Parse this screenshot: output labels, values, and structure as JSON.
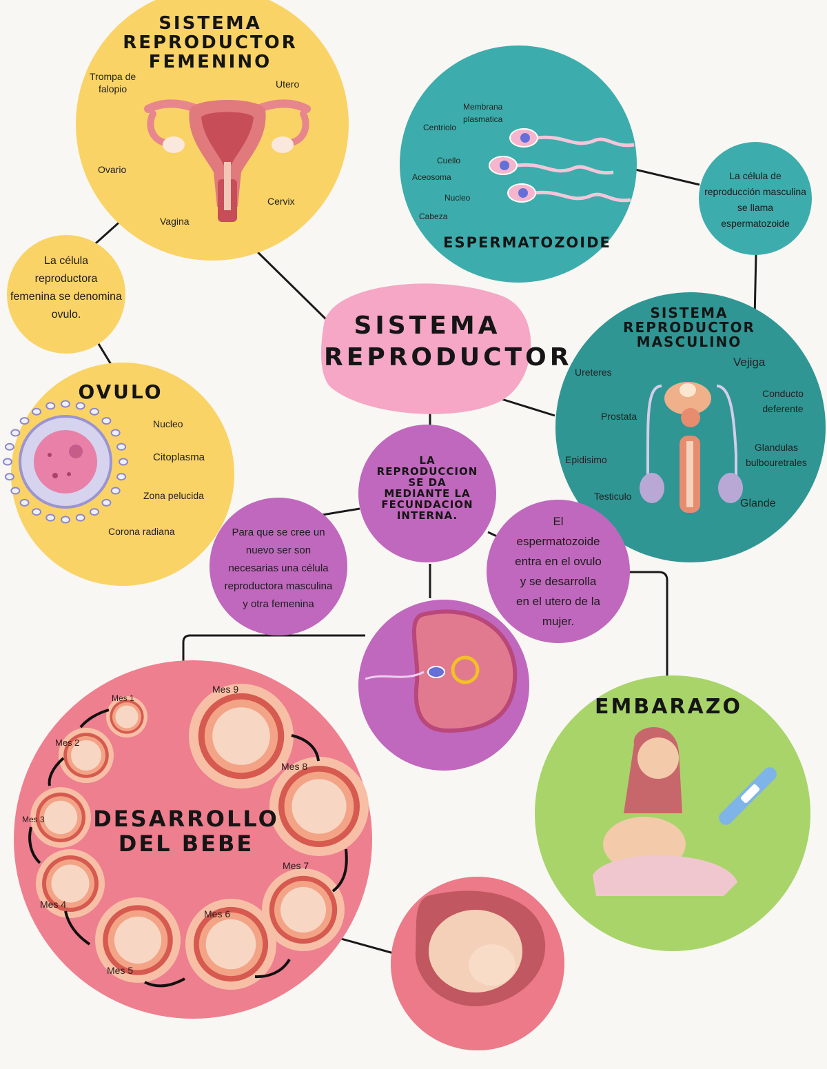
{
  "center": {
    "title_line1": "SISTEMA",
    "title_line2": "REPRODUCTOR"
  },
  "female": {
    "title_line1": "SISTEMA",
    "title_line2": "REPRODUCTOR",
    "title_line3": "FEMENINO",
    "labels": {
      "trompa1": "Trompa de",
      "trompa2": "falopio",
      "utero": "Utero",
      "ovario": "Ovario",
      "cervix": "Cervix",
      "vagina": "Vagina"
    }
  },
  "female_note": {
    "line1": "La célula",
    "line2": "reproductora",
    "line3": "femenina se denomina",
    "line4": "ovulo."
  },
  "ovulo": {
    "title": "OVULO",
    "labels": {
      "nucleo": "Nucleo",
      "citoplasma": "Citoplasma",
      "zona": "Zona pelucida",
      "corona": "Corona radiana"
    }
  },
  "sperm": {
    "title": "ESPERMATOZOIDE",
    "labels": {
      "membrana1": "Membrana",
      "membrana2": "plasmatica",
      "centriolo": "Centriolo",
      "cuello": "Cuello",
      "acrosoma": "Aceosoma",
      "nucleo": "Nucleo",
      "cabeza": "Cabeza"
    }
  },
  "male_note": {
    "line1": "La célula de",
    "line2": "reproducción masculina",
    "line3": "se llama",
    "line4": "espermatozoide"
  },
  "male": {
    "title_line1": "SISTEMA",
    "title_line2": "REPRODUCTOR",
    "title_line3": "MASCULINO",
    "labels": {
      "ureteres": "Ureteres",
      "vejiga": "Vejiga",
      "conducto1": "Conducto",
      "conducto2": "deferente",
      "prostata": "Prostata",
      "glandulas1": "Glandulas",
      "glandulas2": "bulbouretrales",
      "epididimo": "Epidisimo",
      "testiculo": "Testiculo",
      "glande": "Glande"
    }
  },
  "fecundacion": {
    "line1": "LA",
    "line2": "REPRODUCCION",
    "line3": "SE DA",
    "line4": "MEDIANTE LA",
    "line5": "FECUNDACION",
    "line6": "INTERNA."
  },
  "need_note": {
    "line1": "Para que se cree un",
    "line2": "nuevo ser son",
    "line3": "necesarias una célula",
    "line4": "reproductora masculina",
    "line5": "y otra femenina"
  },
  "sperm_enters": {
    "line1": "El",
    "line2": "espermatozoide",
    "line3": "entra en el ovulo",
    "line4": "y se desarrolla",
    "line5": "en el utero de la",
    "line6": "mujer."
  },
  "embarazo": {
    "title": "EMBARAZO"
  },
  "desarrollo": {
    "title_line1": "DESARROLLO",
    "title_line2": "DEL BEBE",
    "months": [
      "Mes 1",
      "Mes 2",
      "Mes 3",
      "Mes 4",
      "Mes 5",
      "Mes 6",
      "Mes 7",
      "Mes 8",
      "Mes 9"
    ]
  },
  "colors": {
    "background": "#f8f7f3",
    "yellow": "#fad366",
    "teal": "#3cadac",
    "teal_dark": "#2f9694",
    "pink": "#f5a7c5",
    "purple": "#c068bd",
    "green": "#a8d46a",
    "salmon": "#ee7f8f",
    "pink_dark": "#ec7a88"
  }
}
